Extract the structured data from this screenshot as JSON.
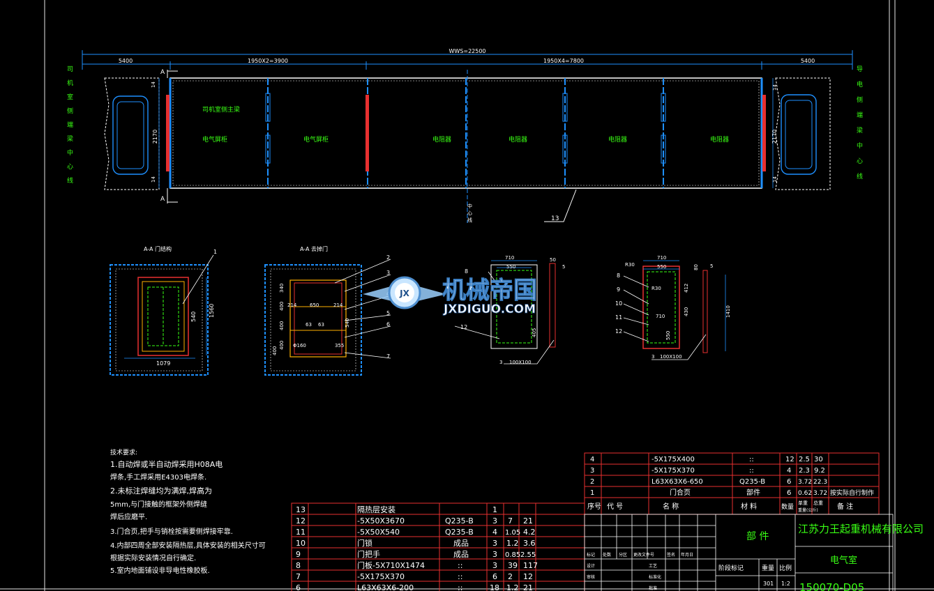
{
  "dims": {
    "overall": "WWS=22500",
    "left_end": "5400",
    "right_end": "5400",
    "seg_left": "1950X2=3900",
    "seg_right": "1950X4=7800",
    "height": "2170",
    "edge_top_left": "14",
    "edge_bot_left": "14",
    "edge_top_right": "14",
    "edge_bot_right": "14"
  },
  "side_labels": {
    "left": [
      "司",
      "机",
      "室",
      "侧",
      "端",
      "梁",
      "中",
      "心",
      "线"
    ],
    "right": [
      "导",
      "电",
      "侧",
      "端",
      "梁",
      "中",
      "心",
      "线"
    ],
    "center": [
      "中",
      "心",
      "线"
    ]
  },
  "plan": {
    "section_a_top": "A",
    "section_a_bottom": "A",
    "room_note": "司机室侧主梁",
    "items": [
      "电气屏柜",
      "电气屏柜",
      "电阻器",
      "电阻器",
      "电阻器",
      "电阻器"
    ],
    "callout_13": "13"
  },
  "view1": {
    "title": "A-A 门结构",
    "callout": "1",
    "dim_width": "1079",
    "dim_h1": "1560",
    "dim_h2": "540"
  },
  "view2": {
    "title": "A-A 去掉门",
    "dims": [
      "650",
      "214",
      "214",
      "63",
      "63",
      "340",
      "400",
      "400",
      "400",
      "400",
      "Φ160",
      "355",
      "540"
    ],
    "callouts": [
      "2",
      "3",
      "4",
      "5",
      "6",
      "7"
    ]
  },
  "view3": {
    "dims": [
      "710",
      "550",
      "50",
      "5",
      "405",
      "100X100"
    ],
    "callouts": [
      "8",
      "12"
    ],
    "weld": "3"
  },
  "view4": {
    "dims": [
      "R30",
      "R30",
      "710",
      "550",
      "80",
      "5",
      "1410",
      "412",
      "430",
      "550",
      "710"
    ],
    "callouts": [
      "8",
      "9",
      "10",
      "11",
      "12"
    ],
    "weld": "3",
    "weld_spec": "100X100"
  },
  "watermark": {
    "logo_cn": "机械帝国",
    "logo_en": "JXDIGUO.COM",
    "badge": "JX"
  },
  "tech_notes": {
    "heading": "技术要求:",
    "lines": [
      "1.自动焊或半自动焊采用H08A电",
      "  焊条,手工焊采用E4303电焊条.",
      "2.未标注焊缝均为满焊,焊高为",
      "  5mm,与门接触的框架外侧焊缝",
      "  焊后应磨平.",
      "3.门合页,把手与销栓按需要侧焊接牢靠.",
      "4.内部四周全部安装隔热层,具体安装的相关尺寸可",
      "  根据实际安装情况自行确定.",
      "5.室内地面铺设非导电性橡胶板."
    ]
  },
  "bom_upper": {
    "rows": [
      {
        "no": "4",
        "code": "",
        "name": "-5X175X400",
        "mat": "::",
        "qty": "12",
        "w1": "2.5",
        "w2": "30",
        "note": ""
      },
      {
        "no": "3",
        "code": "",
        "name": "-5X175X370",
        "mat": "::",
        "qty": "4",
        "w1": "2.3",
        "w2": "9.2",
        "note": ""
      },
      {
        "no": "2",
        "code": "",
        "name": "L63X63X6-650",
        "mat": "Q235-B",
        "qty": "6",
        "w1": "3.72",
        "w2": "22.3",
        "note": ""
      },
      {
        "no": "1",
        "code": "",
        "name": "门合页",
        "mat": "部件",
        "qty": "6",
        "w1": "0.62",
        "w2": "3.72",
        "note": "按实际自行制作"
      }
    ],
    "header": {
      "no": "序号",
      "code": "代  号",
      "name": "名        称",
      "mat": "材  料",
      "qty": "数量",
      "w1": "单重",
      "w2": "总重",
      "wunit": "重量(公斤)",
      "note": "备  注"
    }
  },
  "bom_lower": {
    "rows": [
      {
        "no": "13",
        "name": "隔热层安装",
        "mat": "",
        "qty": "1",
        "w1": "",
        "w2": ""
      },
      {
        "no": "12",
        "name": "-5X50X3670",
        "mat": "Q235-B",
        "qty": "3",
        "w1": "7",
        "w2": "21"
      },
      {
        "no": "11",
        "name": "-5X50X540",
        "mat": "Q235-B",
        "qty": "4",
        "w1": "1.05",
        "w2": "4.2"
      },
      {
        "no": "10",
        "name": "门锁",
        "mat": "成品",
        "qty": "3",
        "w1": "1.2",
        "w2": "3.6"
      },
      {
        "no": "9",
        "name": "门把手",
        "mat": "成品",
        "qty": "3",
        "w1": "0.85",
        "w2": "2.55"
      },
      {
        "no": "8",
        "name": "门板-5X710X1474",
        "mat": "::",
        "qty": "3",
        "w1": "39",
        "w2": "117"
      },
      {
        "no": "7",
        "name": "-5X175X370",
        "mat": "::",
        "qty": "6",
        "w1": "2",
        "w2": "12"
      },
      {
        "no": "6",
        "name": "L63X63X6-200",
        "mat": "::",
        "qty": "18",
        "w1": "1.2",
        "w2": "21"
      }
    ]
  },
  "title_block": {
    "part_label": "部  件",
    "company": "江苏力王起重机械有限公司",
    "drawing_name": "电气室",
    "drawing_no": "150070-D05",
    "stage": "阶段标记",
    "weight_label": "重量",
    "scale_label": "比例",
    "weight": "301",
    "scale": "1:2",
    "rev_cols": [
      "标记",
      "处数",
      "分区",
      "更改文件号",
      "签名",
      "年月日"
    ],
    "roles": [
      "设计",
      "审核",
      "工艺",
      "标准化",
      "批准"
    ]
  }
}
